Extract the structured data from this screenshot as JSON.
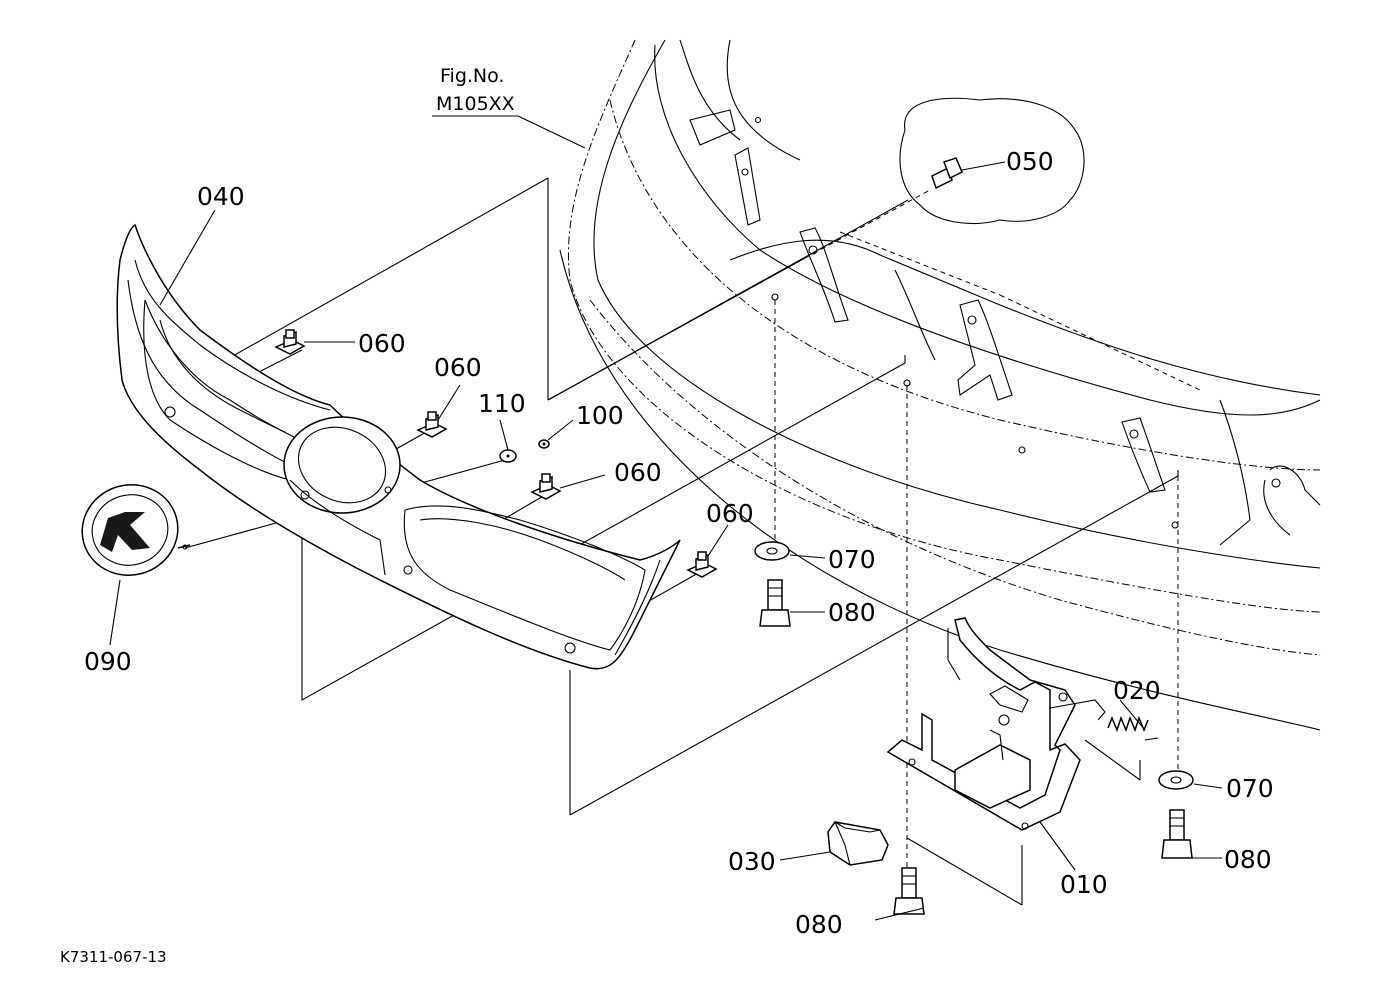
{
  "figure": {
    "fig_no_label": "Fig.No.",
    "fig_no_value": "M105XX",
    "drawing_code": "K7311-067-13"
  },
  "parts": [
    {
      "id": "p010",
      "label": "010"
    },
    {
      "id": "p020",
      "label": "020"
    },
    {
      "id": "p030",
      "label": "030"
    },
    {
      "id": "p040",
      "label": "040"
    },
    {
      "id": "p050",
      "label": "050"
    },
    {
      "id": "p060a",
      "label": "060"
    },
    {
      "id": "p060b",
      "label": "060"
    },
    {
      "id": "p060c",
      "label": "060"
    },
    {
      "id": "p060d",
      "label": "060"
    },
    {
      "id": "p070a",
      "label": "070"
    },
    {
      "id": "p070b",
      "label": "070"
    },
    {
      "id": "p080a",
      "label": "080"
    },
    {
      "id": "p080b",
      "label": "080"
    },
    {
      "id": "p080c",
      "label": "080"
    },
    {
      "id": "p090",
      "label": "090"
    },
    {
      "id": "p100",
      "label": "100"
    },
    {
      "id": "p110",
      "label": "110"
    }
  ]
}
